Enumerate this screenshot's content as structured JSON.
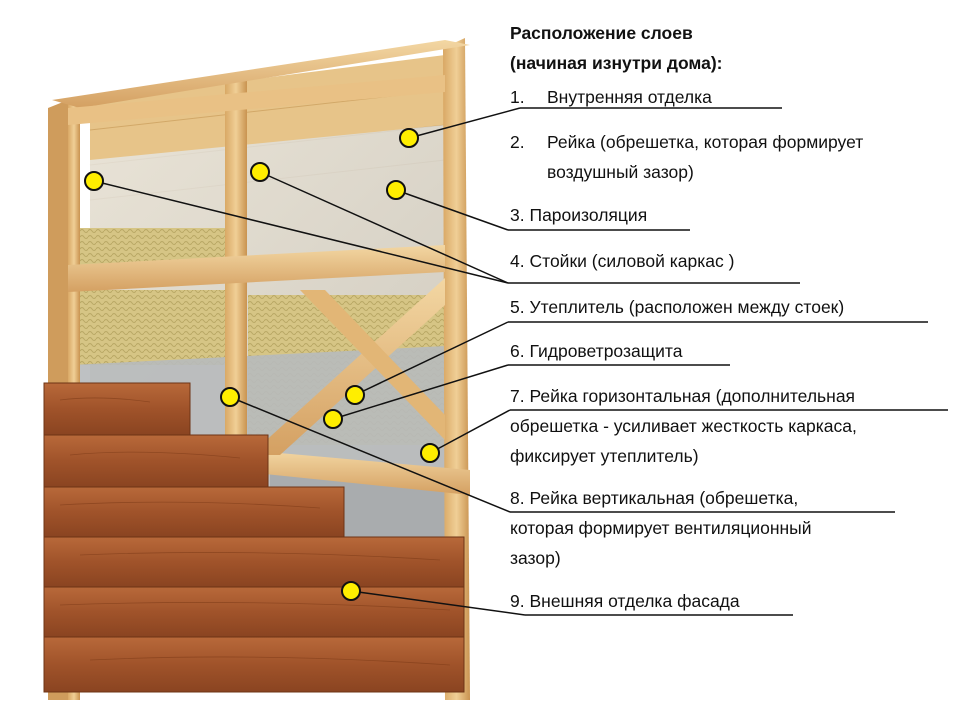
{
  "title": {
    "line1": "Расположение слоев",
    "line2": "(начиная изнутри дома):"
  },
  "colors": {
    "marker_fill": "#ffee00",
    "marker_stroke": "#111111",
    "leader_line": "#111111",
    "wood_light": "#e8c48a",
    "siding_dark": "#a5582a",
    "insulation": "#d8c888",
    "membrane": "#b9bcbe"
  },
  "layers": [
    {
      "num": "1.",
      "lines": [
        "Внутренняя отделка"
      ]
    },
    {
      "num": "2.",
      "lines": [
        "Рейка (обрешетка, которая формирует",
        "воздушный зазор)"
      ]
    },
    {
      "num": "3.",
      "lines": [
        "Пароизоляция"
      ]
    },
    {
      "num": "4.",
      "lines": [
        "Стойки (силовой каркас )"
      ]
    },
    {
      "num": "5.",
      "lines": [
        "Утеплитель (расположен между стоек)"
      ]
    },
    {
      "num": "6.",
      "lines": [
        "Гидроветрозащита"
      ]
    },
    {
      "num": "7.",
      "lines": [
        "Рейка горизонтальная (дополнительная",
        "обрешетка - усиливает жесткость каркаса,",
        "фиксирует утеплитель)"
      ]
    },
    {
      "num": "8.",
      "lines": [
        "Рейка вертикальная (обрешетка,",
        "которая формирует вентиляционный",
        "зазор)"
      ]
    },
    {
      "num": "9.",
      "lines": [
        "Внешняя отделка фасада"
      ]
    }
  ]
}
